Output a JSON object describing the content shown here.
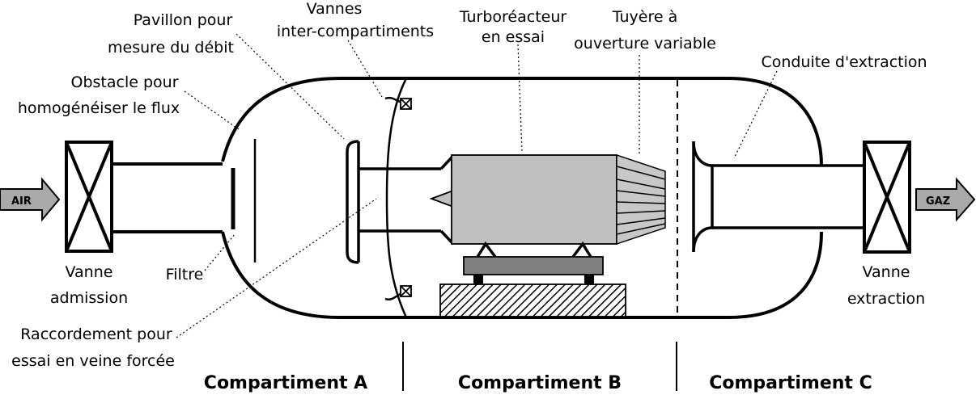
{
  "labels": {
    "pavillon": [
      "Pavillon pour",
      "mesure du débit"
    ],
    "vannes_inter": [
      "Vannes",
      "inter-compartiments"
    ],
    "turbo": [
      "Turboréacteur",
      "en essai"
    ],
    "tuyere": [
      "Tuyère à",
      "ouverture variable"
    ],
    "conduite": [
      "Conduite d'extraction"
    ],
    "obstacle": [
      "Obstacle pour",
      "homogénéiser le flux"
    ],
    "filtre": [
      "Filtre"
    ],
    "vanne_admission": [
      "Vanne",
      "admission"
    ],
    "raccordement": [
      "Raccordement pour",
      "essai en veine forcée"
    ],
    "vanne_extraction": [
      "Vanne",
      "extraction"
    ]
  },
  "arrows": {
    "inlet": "AIR",
    "outlet": "GAZ"
  },
  "compartments": [
    "Compartiment  A",
    "Compartiment  B",
    "Compartiment  C"
  ],
  "colors": {
    "stroke": "#000000",
    "engine_body": "#c0c0c0",
    "engine_stand": "#808080",
    "arrow_fill": "#a9a9a9",
    "nozzle_fill": "#c8c8c8"
  }
}
